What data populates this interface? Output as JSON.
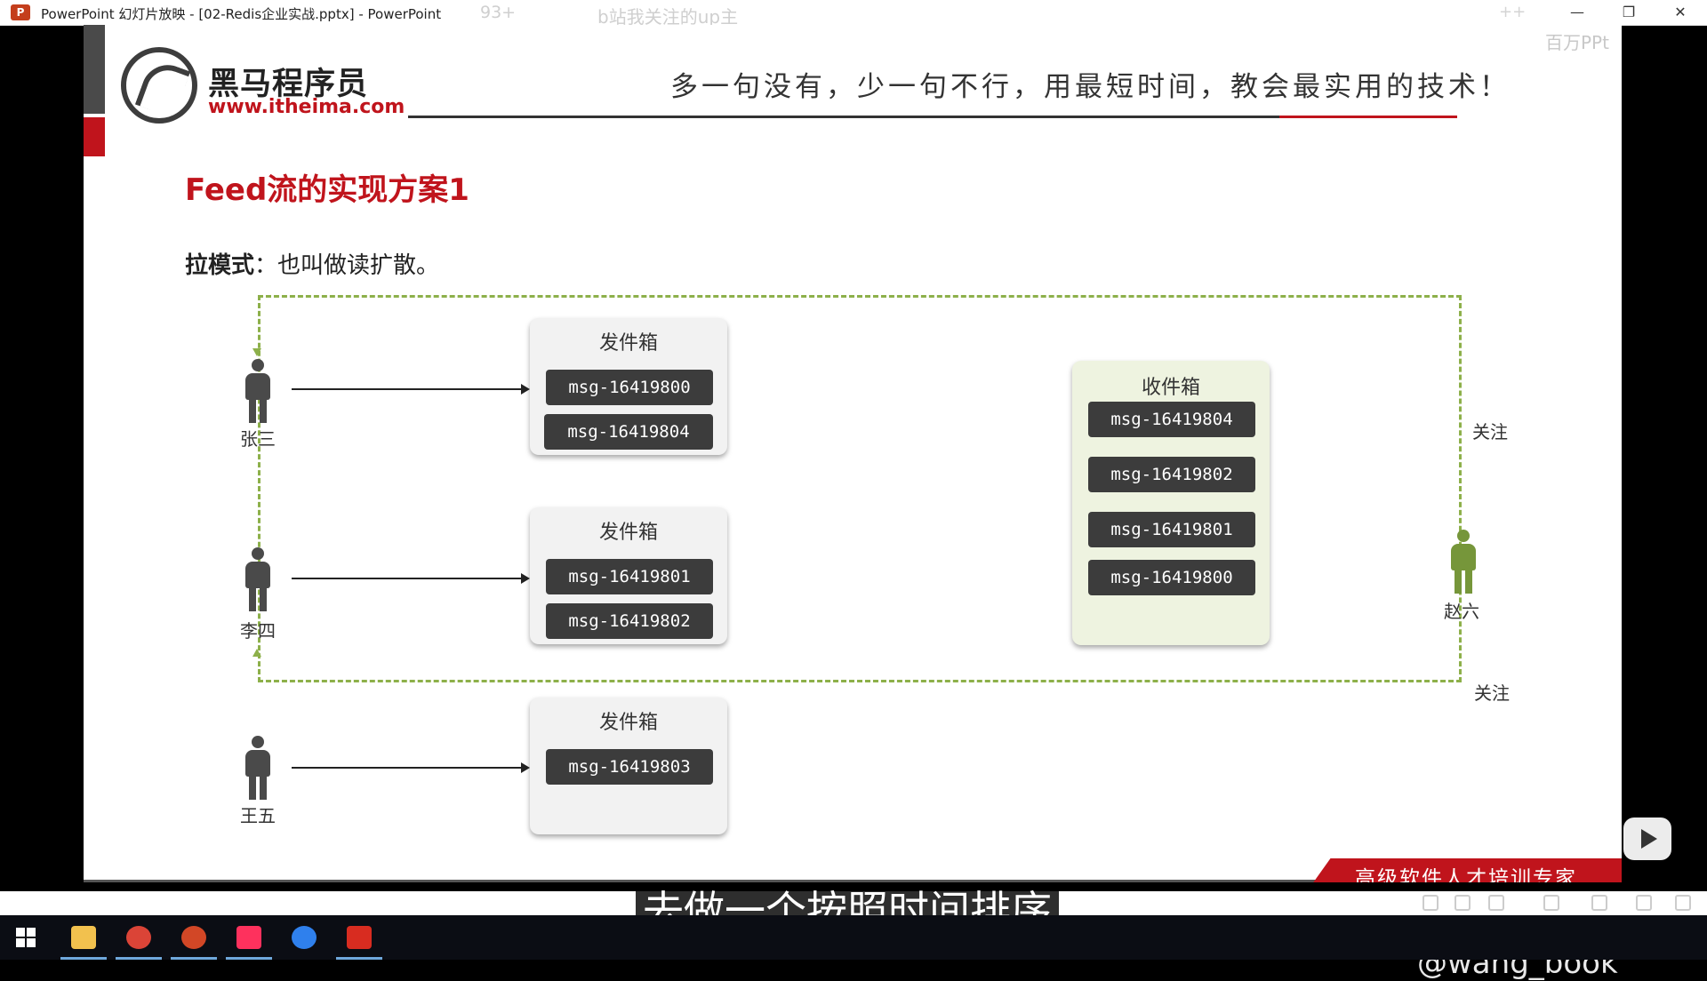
{
  "window": {
    "title": "PowerPoint 幻灯片放映 - [02-Redis企业实战.pptx] - PowerPoint",
    "overlay_count": "93+",
    "overlay_text": "b站我关注的up主",
    "overlay_right": "++",
    "minimize": "—",
    "restore": "❐",
    "close": "✕"
  },
  "slide": {
    "watermark": "百万PPt",
    "brand_name": "黑马程序员",
    "brand_url": "www.itheima.com",
    "slogan": "多一句没有，少一句不行，用最短时间，教会最实用的技术！",
    "title": "Feed流的实现方案1",
    "subtitle_bold": "拉模式",
    "subtitle_rest": "：也叫做读扩散。",
    "people": {
      "p1": "张三",
      "p2": "李四",
      "p3": "王五",
      "p4": "赵六"
    },
    "outbox_title": "发件箱",
    "outbox1": [
      "msg-16419800",
      "msg-16419804"
    ],
    "outbox2": [
      "msg-16419801",
      "msg-16419802"
    ],
    "outbox3": [
      "msg-16419803"
    ],
    "inbox_title": "收件箱",
    "inbox": [
      "msg-16419804",
      "msg-16419802",
      "msg-16419801",
      "msg-16419800"
    ],
    "follow_label": "关注",
    "banner": "高级软件人才培训专家",
    "colors": {
      "accent_red": "#c0141c",
      "dash_green": "#8db04a",
      "msg_bg": "#3c3c3c"
    }
  },
  "caption": "去做一个按照时间排序",
  "csdn_watermark": "CSDN @wang_book",
  "taskbar": {
    "icons": [
      "windows-icon",
      "file-explorer-icon",
      "chrome-icon",
      "powerpoint-icon",
      "intellij-icon",
      "browser-icon",
      "redis-desktop-icon"
    ]
  }
}
